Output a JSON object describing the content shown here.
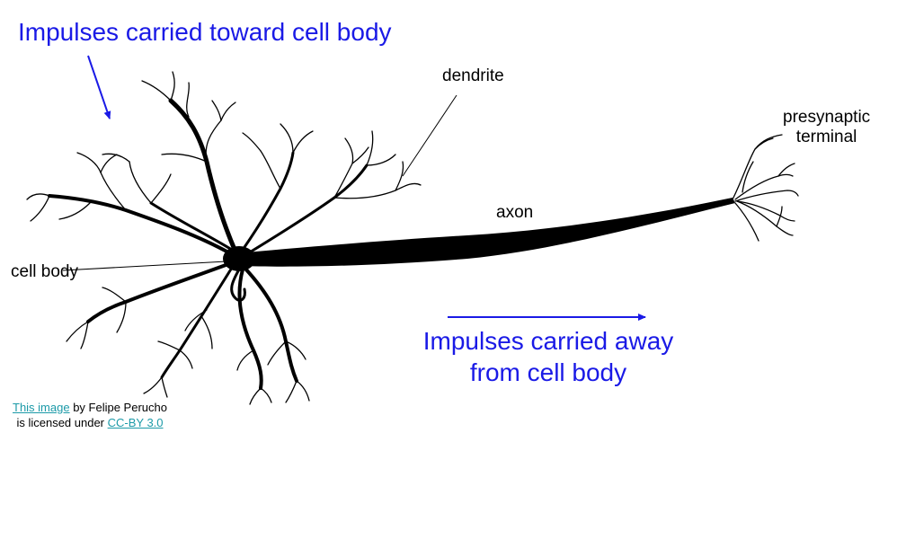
{
  "annotations": {
    "toward": "Impulses carried toward cell body",
    "away_line1": "Impulses carried away",
    "away_line2": "from cell body"
  },
  "labels": {
    "dendrite": "dendrite",
    "axon": "axon",
    "cell_body": "cell body",
    "presynaptic_line1": "presynaptic",
    "presynaptic_line2": "terminal"
  },
  "credit": {
    "link1": "This image",
    "text1": " by Felipe Perucho",
    "text2": "is licensed under ",
    "link2": "CC-BY 3.0"
  },
  "colors": {
    "annotation": "#1a1ae6",
    "link": "#1c9aa8",
    "neuron": "#000000"
  }
}
